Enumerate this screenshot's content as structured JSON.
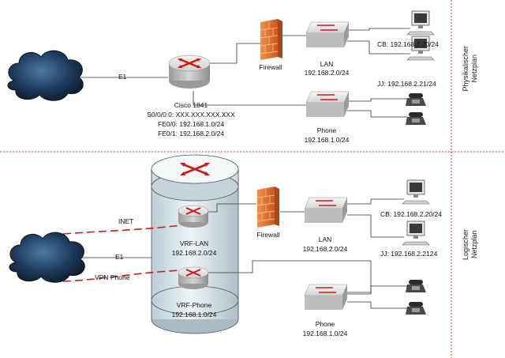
{
  "colors": {
    "separator": "#d42a2a",
    "vpn_line": "#c62020",
    "router_body": "#d8d8d8",
    "arrow_red": "#cc1a1a",
    "firewall": "#e8752a",
    "cloud": "#1e3148",
    "cylinder_fill": "#dfe9ee"
  },
  "physical": {
    "side_label": "Physikalischer\nNetzplan",
    "e1_label": "E1",
    "router_lines": [
      "Cisco 1841",
      "S0/0/0:0: XXX.XXX.XXX.XXX",
      "FE0/0: 192.168.1.0/24",
      "FE0/1: 192.168.2.0/24"
    ],
    "firewall_label": "Firewall",
    "lan_label": "LAN",
    "lan_net": "192.168.2.0/24",
    "phone_label": "Phone",
    "phone_net": "192.168.1.0/24",
    "cb_label": "CB: 192.168.2.20/24",
    "jj_label": "JJ: 192.168.2.21/24"
  },
  "logical": {
    "side_label": "Logischer\nNetzplan",
    "inet_label": "INET",
    "e1_label": "E1",
    "vpn_label": "VPN Phone",
    "vrf_lan_label": "VRF-LAN",
    "vrf_lan_net": "192.168.2.0/24",
    "vrf_phone_label": "VRF-Phone",
    "vrf_phone_net": "192.168.1.0/24",
    "firewall_label": "Firewall",
    "lan_label": "LAN",
    "lan_net": "192.168.2.0/24",
    "phone_label": "Phone",
    "phone_net": "192.168.1.0/24",
    "cb_label": "CB: 192.168.2.20/24",
    "jj_label": "JJ: 192.168.2.2124"
  }
}
